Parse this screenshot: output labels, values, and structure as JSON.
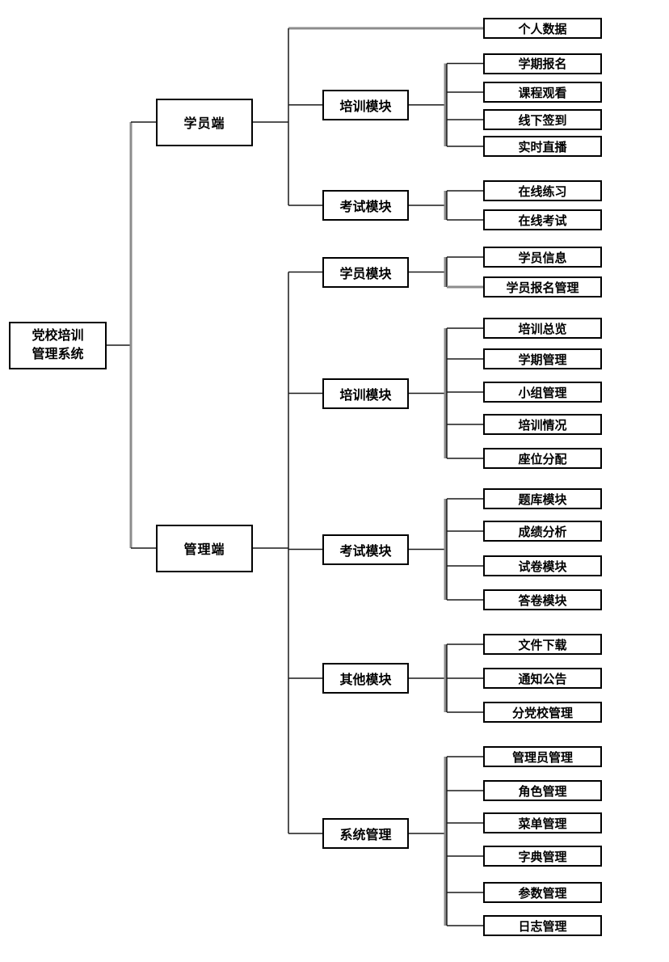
{
  "diagram": {
    "root": {
      "label": "党校培训\n管理系统"
    },
    "branches": [
      {
        "label": "学员端",
        "children": [
          {
            "label": "个人数据"
          },
          {
            "label": "培训模块",
            "children": [
              {
                "label": "学期报名"
              },
              {
                "label": "课程观看"
              },
              {
                "label": "线下签到"
              },
              {
                "label": "实时直播"
              }
            ]
          },
          {
            "label": "考试模块",
            "children": [
              {
                "label": "在线练习"
              },
              {
                "label": "在线考试"
              }
            ]
          }
        ]
      },
      {
        "label": "管理端",
        "children": [
          {
            "label": "学员模块",
            "children": [
              {
                "label": "学员信息"
              },
              {
                "label": "学员报名管理"
              }
            ]
          },
          {
            "label": "培训模块",
            "children": [
              {
                "label": "培训总览"
              },
              {
                "label": "学期管理"
              },
              {
                "label": "小组管理"
              },
              {
                "label": "培训情况"
              },
              {
                "label": "座位分配"
              }
            ]
          },
          {
            "label": "考试模块",
            "children": [
              {
                "label": "题库模块"
              },
              {
                "label": "成绩分析"
              },
              {
                "label": "试卷模块"
              },
              {
                "label": "答卷模块"
              }
            ]
          },
          {
            "label": "其他模块",
            "children": [
              {
                "label": "文件下载"
              },
              {
                "label": "通知公告"
              },
              {
                "label": "分党校管理"
              }
            ]
          },
          {
            "label": "系统管理",
            "children": [
              {
                "label": "管理员管理"
              },
              {
                "label": "角色管理"
              },
              {
                "label": "菜单管理"
              },
              {
                "label": "字典管理"
              },
              {
                "label": "参数管理"
              },
              {
                "label": "日志管理"
              }
            ]
          }
        ]
      }
    ]
  },
  "colors": {
    "background": "#ffffff",
    "box_fill": "#ffffff",
    "box_border": "#000000",
    "text": "#000000",
    "connector": "#1a1a1a",
    "connector_gray": "#8c8c8c"
  }
}
